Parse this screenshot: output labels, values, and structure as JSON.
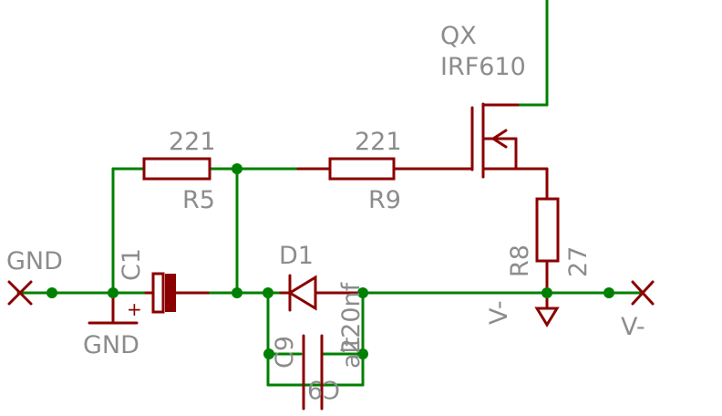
{
  "labels": {
    "gnd_left": "GND",
    "gnd_bottom": "GND",
    "c1": "C1",
    "c1_plus": "+",
    "r5_value": "221",
    "r5_name": "R5",
    "r9_value": "221",
    "r9_name": "R9",
    "transistor_name": "QX",
    "transistor_part": "IRF610",
    "r8_name": "R8",
    "r8_value": "27",
    "d1": "D1",
    "c9_name": "C9",
    "c9_value": "220nf",
    "c9_alt": "alt",
    "c9_ghost": "C9",
    "vminus_net": "V-",
    "vminus_port": "V-"
  },
  "colors": {
    "wire": "#008000",
    "part": "#8b0000",
    "label": "#8c8c8c"
  }
}
